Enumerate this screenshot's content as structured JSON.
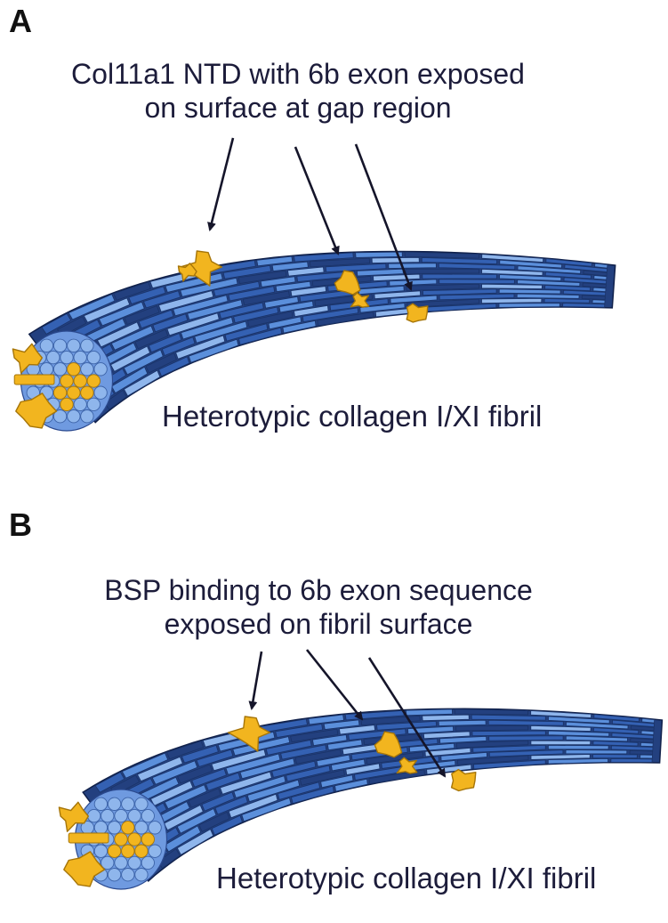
{
  "panels": [
    {
      "letter": "A",
      "caption_line1": "Col11a1 NTD with 6b exon exposed",
      "caption_line2": "on surface at gap region",
      "fibril_label": "Heterotypic collagen I/XI fibril"
    },
    {
      "letter": "B",
      "caption_line1": "BSP binding to 6b exon sequence",
      "caption_line2": "exposed on fibril surface",
      "fibril_label": "Heterotypic collagen I/XI fibril"
    }
  ],
  "colors": {
    "fibril_dark": "#23407f",
    "fibril_mid": "#3461b3",
    "fibril_light": "#5b8fdb",
    "fibril_pale": "#8fb6ec",
    "gold": "#f2b51f",
    "gold_edge": "#a67508",
    "arrow": "#15152a"
  }
}
